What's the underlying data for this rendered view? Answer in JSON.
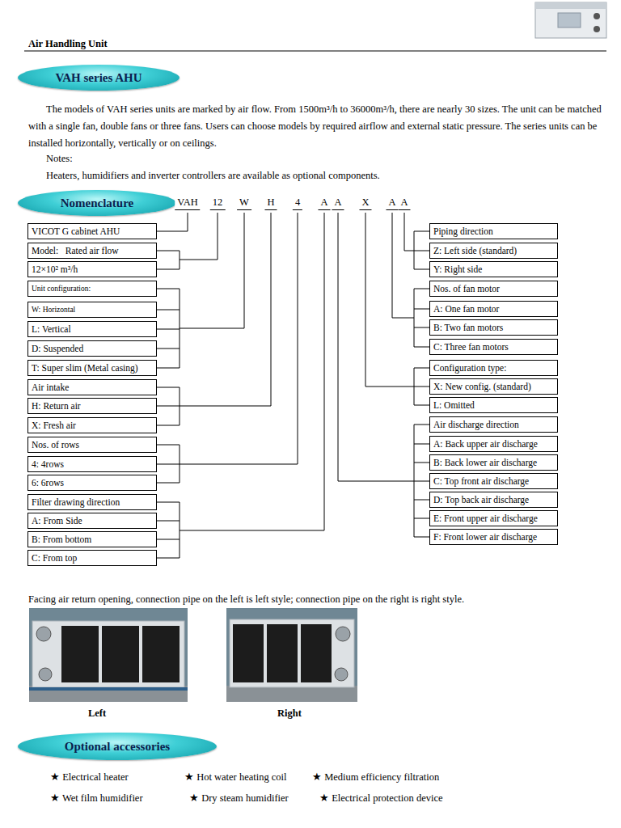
{
  "diagram": {
    "title": "Air Handling Unit",
    "nodes": [
      {
        "text": [
          "VAH series AHU"
        ]
      },
      {
        "text": [
          "Nomenclature"
        ]
      },
      {
        "text": [
          "VICOT G cabinet AHU"
        ]
      },
      {
        "text": [
          "Model:   Rated air flow"
        ]
      },
      {
        "text": [
          "12×10² m³/h"
        ]
      },
      {
        "text": [
          "Unit configuration:"
        ]
      },
      {
        "text": [
          "W: Horizontal"
        ]
      },
      {
        "text": [
          "L: Vertical"
        ]
      },
      {
        "text": [
          "D: Suspended"
        ]
      },
      {
        "text": [
          "T: Super slim (Metal casing)"
        ]
      },
      {
        "text": [
          "Air intake"
        ]
      },
      {
        "text": [
          "H: Return air"
        ]
      },
      {
        "text": [
          "X: Fresh air"
        ]
      },
      {
        "text": [
          "Nos. of rows"
        ]
      },
      {
        "text": [
          "4: 4rows"
        ]
      },
      {
        "text": [
          "6: 6rows"
        ]
      },
      {
        "text": [
          "Filter drawing direction"
        ]
      },
      {
        "text": [
          "A: From Side"
        ]
      },
      {
        "text": [
          "B: From bottom"
        ]
      },
      {
        "text": [
          "C: From top"
        ]
      },
      {
        "text": [
          "Piping direction"
        ]
      },
      {
        "text": [
          "Z: Left side (standard)"
        ]
      },
      {
        "text": [
          "Y: Right side"
        ]
      },
      {
        "text": [
          "Nos. of fan motor"
        ]
      },
      {
        "text": [
          "A: One fan motor"
        ]
      },
      {
        "text": [
          "B: Two fan motors"
        ]
      },
      {
        "text": [
          "C: Three fan motors"
        ]
      },
      {
        "text": [
          "Configuration type:"
        ]
      },
      {
        "text": [
          "X: New config. (standard)"
        ]
      },
      {
        "text": [
          "L: Omitted"
        ]
      },
      {
        "text": [
          "Air discharge direction"
        ]
      },
      {
        "text": [
          "A: Back upper air discharge"
        ]
      },
      {
        "text": [
          "B: Back lower air discharge"
        ]
      },
      {
        "text": [
          "C: Top front air discharge"
        ]
      },
      {
        "text": [
          "D: Top back air discharge"
        ]
      },
      {
        "text": [
          "E: Front upper air discharge"
        ]
      },
      {
        "text": [
          "F: Front lower air discharge"
        ]
      },
      {
        "text": [
          "Optional accessories"
        ]
      }
    ],
    "labels": [
      "The models of VAH series units are marked by air flow. From 1500m³/h to 36000m³/h, there are nearly 30 sizes. The unit can be matched with a single fan, double fans or three fans. Users can choose models by required airflow and external static pressure. The series units can be installed horizontally, vertically or on ceilings.",
      "Notes:",
      "Heaters, humidifiers and inverter controllers are available as optional components.",
      "VAH",
      "12",
      "W",
      "H",
      "4",
      "A",
      "A",
      "X",
      "A",
      "A",
      "Facing air return opening, connection pipe on the left is left style; connection pipe on the right is right style.",
      "Left",
      "Right",
      "★ Electrical heater",
      "★ Hot water heating coil",
      "★ Medium efficiency filtration",
      "★ Wet film humidifier",
      "★ Dry steam humidifier",
      "★ Electrical protection device"
    ]
  }
}
